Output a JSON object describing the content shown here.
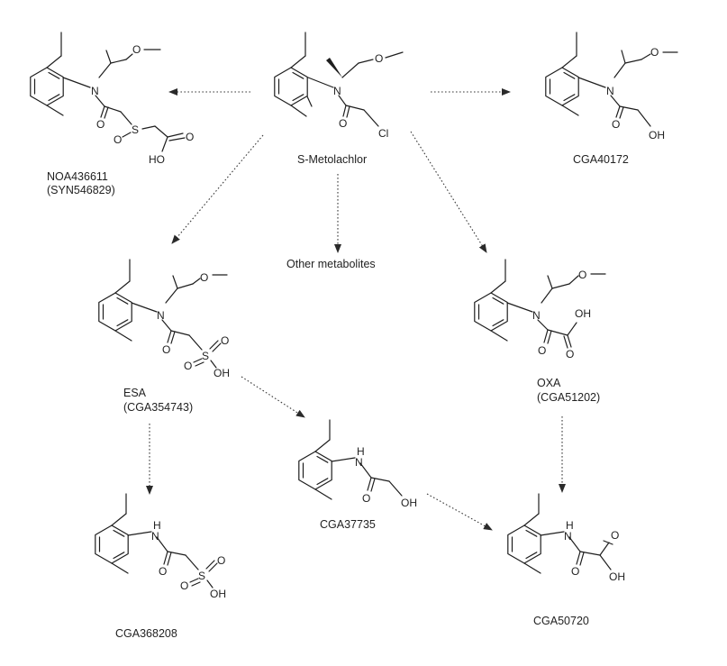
{
  "labels": {
    "center": "S-Metolachlor",
    "top_left_line1": "NOA436611",
    "top_left_line2": "(SYN546829)",
    "top_right": "CGA40172",
    "other": "Other metabolites",
    "esa_line1": "ESA",
    "esa_line2": "(CGA354743)",
    "oxa_line1": "OXA",
    "oxa_line2": "(CGA51202)",
    "mid_bottom": "CGA37735",
    "bottom_left": "CGA368208",
    "bottom_right": "CGA50720"
  },
  "atoms": {
    "N": "N",
    "O": "O",
    "Cl": "Cl",
    "S": "S",
    "OH": "OH",
    "HO": "HO",
    "H": "H"
  }
}
